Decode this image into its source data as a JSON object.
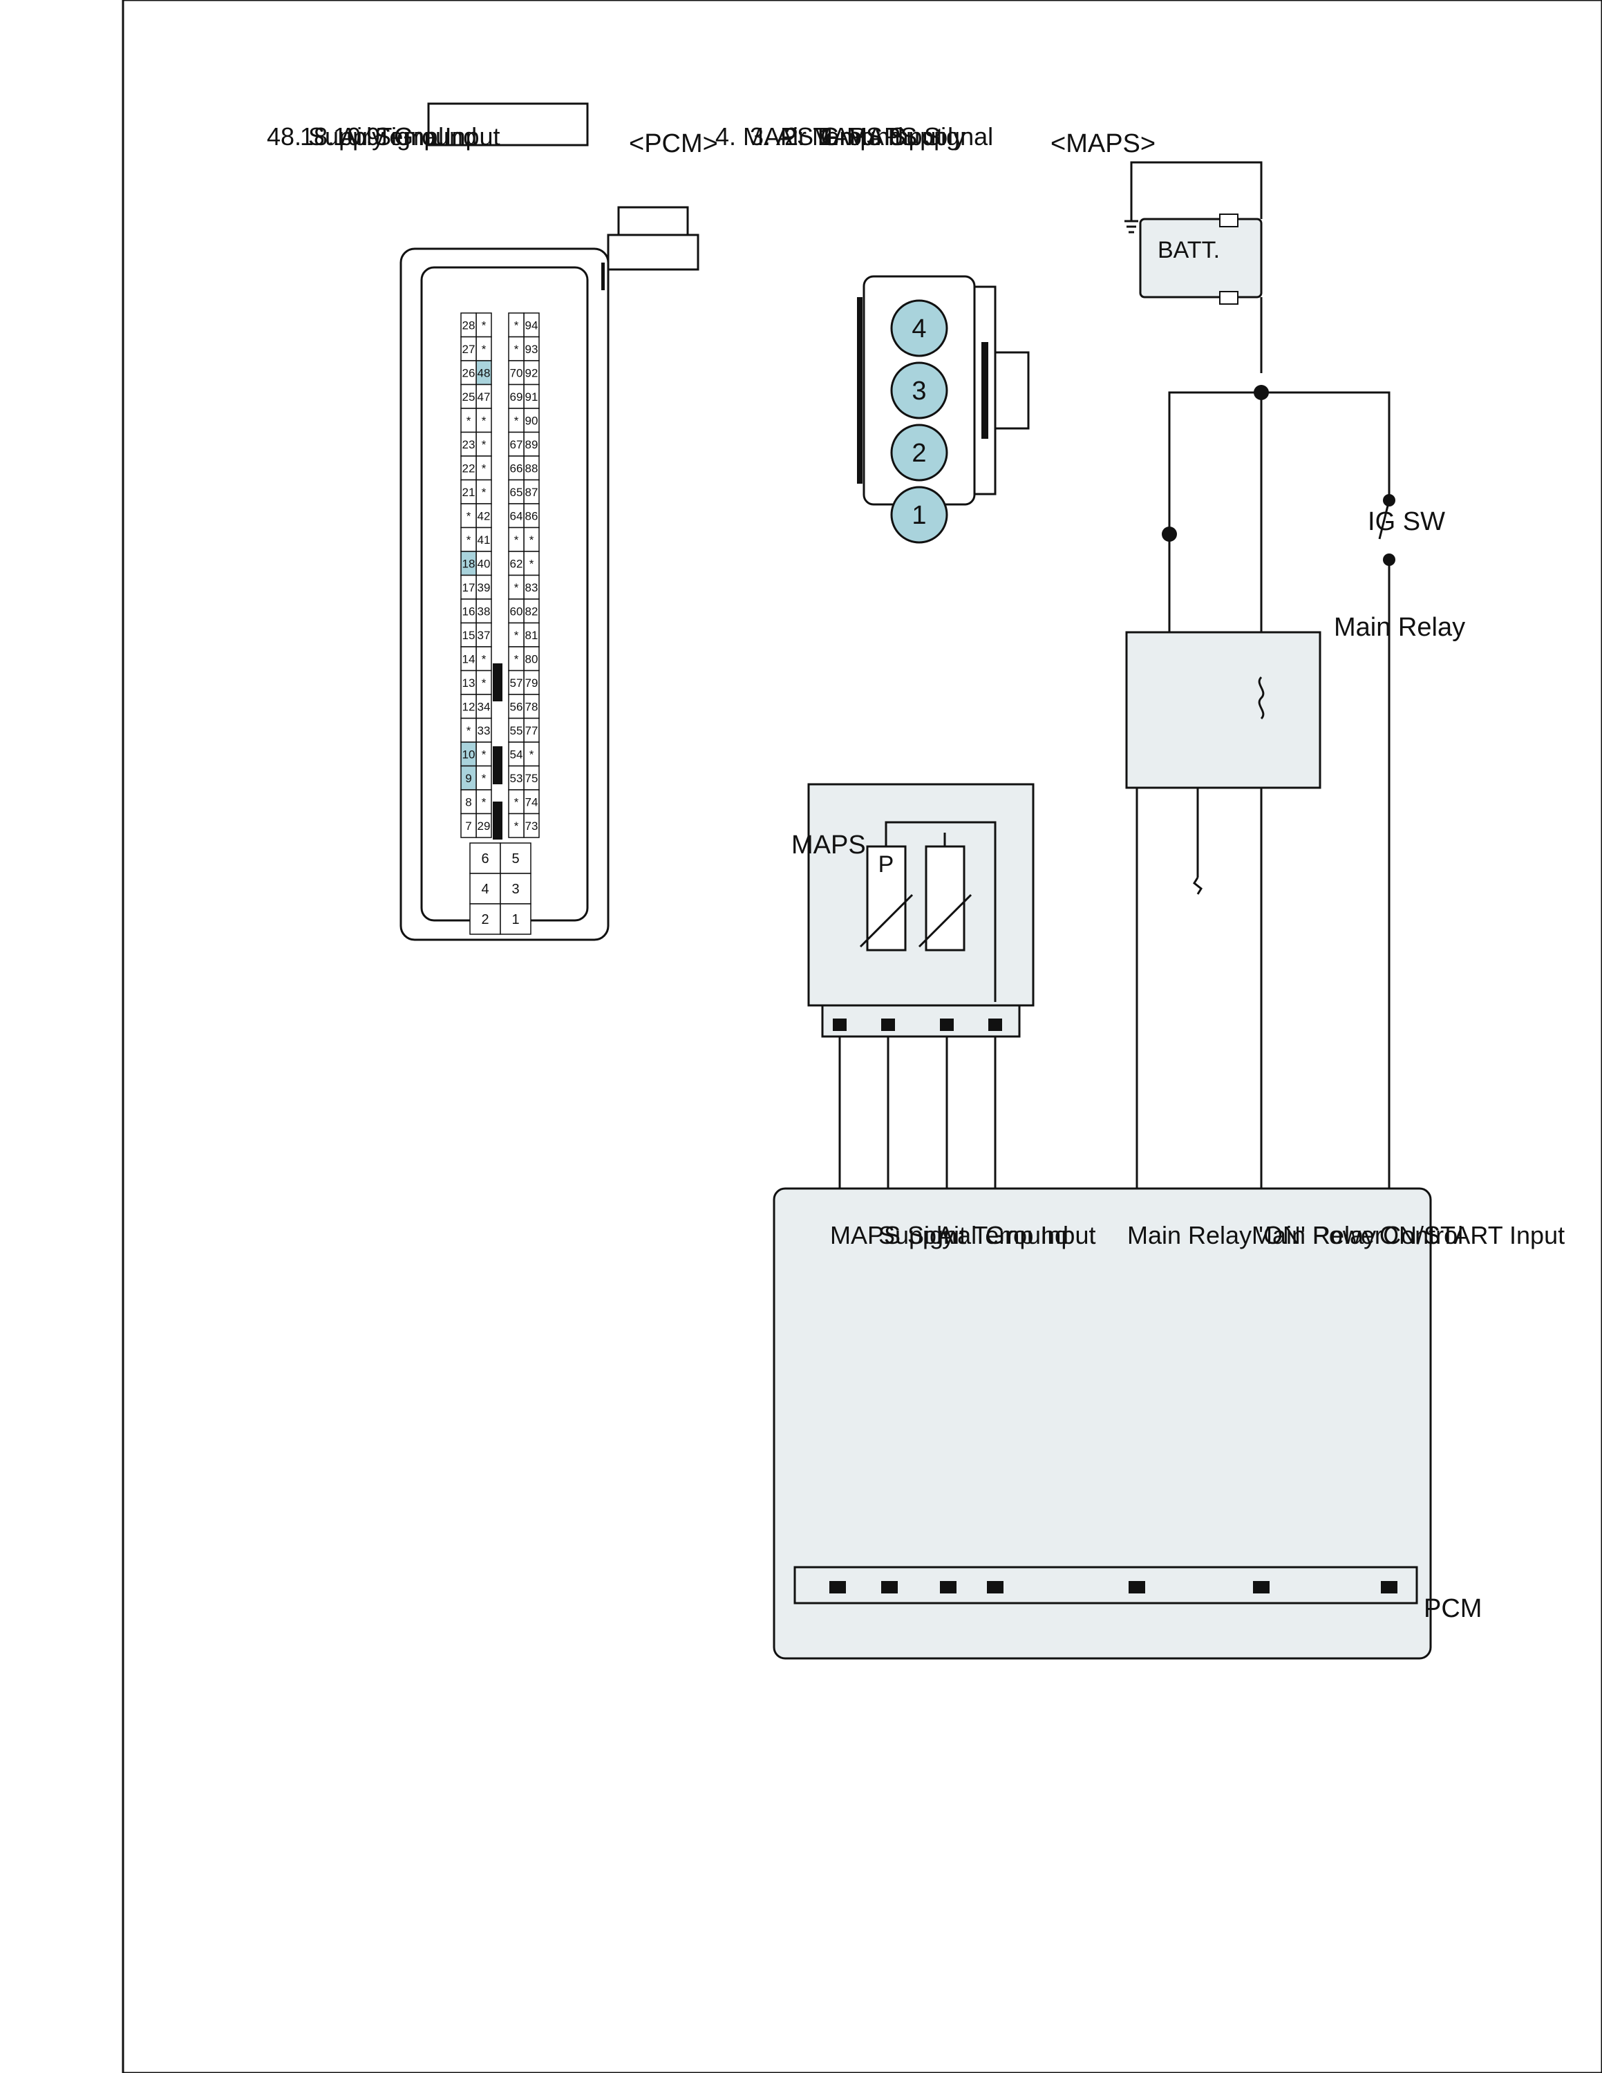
{
  "colors": {
    "line": "#111111",
    "box_fill": "#e9eef0",
    "pin_fill": "#a9d3dc",
    "highlight_cell": "#a9d3dc"
  },
  "labels": {
    "ig_sw": "IG SW",
    "batt": "BATT.",
    "main_relay": "Main Relay",
    "maps_component": "MAPS",
    "maps_p": "P",
    "pcm_title": "PCM"
  },
  "pcm_pins": [
    "ON/START Input",
    "Main Relay Control",
    "Main Relay 'ON' Power",
    "Ground",
    "Ait Temp Input",
    "Supply",
    "MAPS Signal"
  ],
  "maps_connector": {
    "title": "<MAPS>",
    "pins": [
      "4",
      "3",
      "2",
      "1"
    ],
    "legend": [
      "1. MAPS Signal",
      "2. MAPS Supply",
      "3. Air Temp. Input",
      "4. MAPS Ground"
    ]
  },
  "pcm_connector": {
    "title": "<PCM>",
    "legend": [
      "9. Ground",
      "10. Signal",
      "18. Air Temp.Input",
      "48. Supply"
    ],
    "highlighted": [
      "9",
      "10",
      "18",
      "48"
    ],
    "grid": {
      "row1": [
        "94",
        "93",
        "92",
        "91",
        "90",
        "89",
        "88",
        "87",
        "86",
        "*",
        "*",
        "83",
        "82",
        "81",
        "80",
        "79",
        "78",
        "77",
        "*",
        "75",
        "74",
        "73"
      ],
      "row2": [
        "*",
        "*",
        "70",
        "69",
        "*",
        "67",
        "66",
        "65",
        "64",
        "*",
        "62",
        "*",
        "60",
        "*",
        "*",
        "57",
        "56",
        "55",
        "54",
        "53",
        "*",
        "*"
      ],
      "row3": [
        "*",
        "*",
        "48",
        "47",
        "*",
        "*",
        "*",
        "*",
        "42",
        "41",
        "40",
        "39",
        "38",
        "37",
        "*",
        "*",
        "34",
        "33",
        "*",
        "*",
        "*",
        "29"
      ],
      "row4": [
        "28",
        "27",
        "26",
        "25",
        "*",
        "23",
        "22",
        "21",
        "*",
        "*",
        "18",
        "17",
        "16",
        "15",
        "14",
        "13",
        "12",
        "*",
        "10",
        "9",
        "8",
        "7"
      ],
      "small": [
        [
          "6",
          "5"
        ],
        [
          "4",
          "3"
        ],
        [
          "2",
          "1"
        ]
      ]
    }
  }
}
